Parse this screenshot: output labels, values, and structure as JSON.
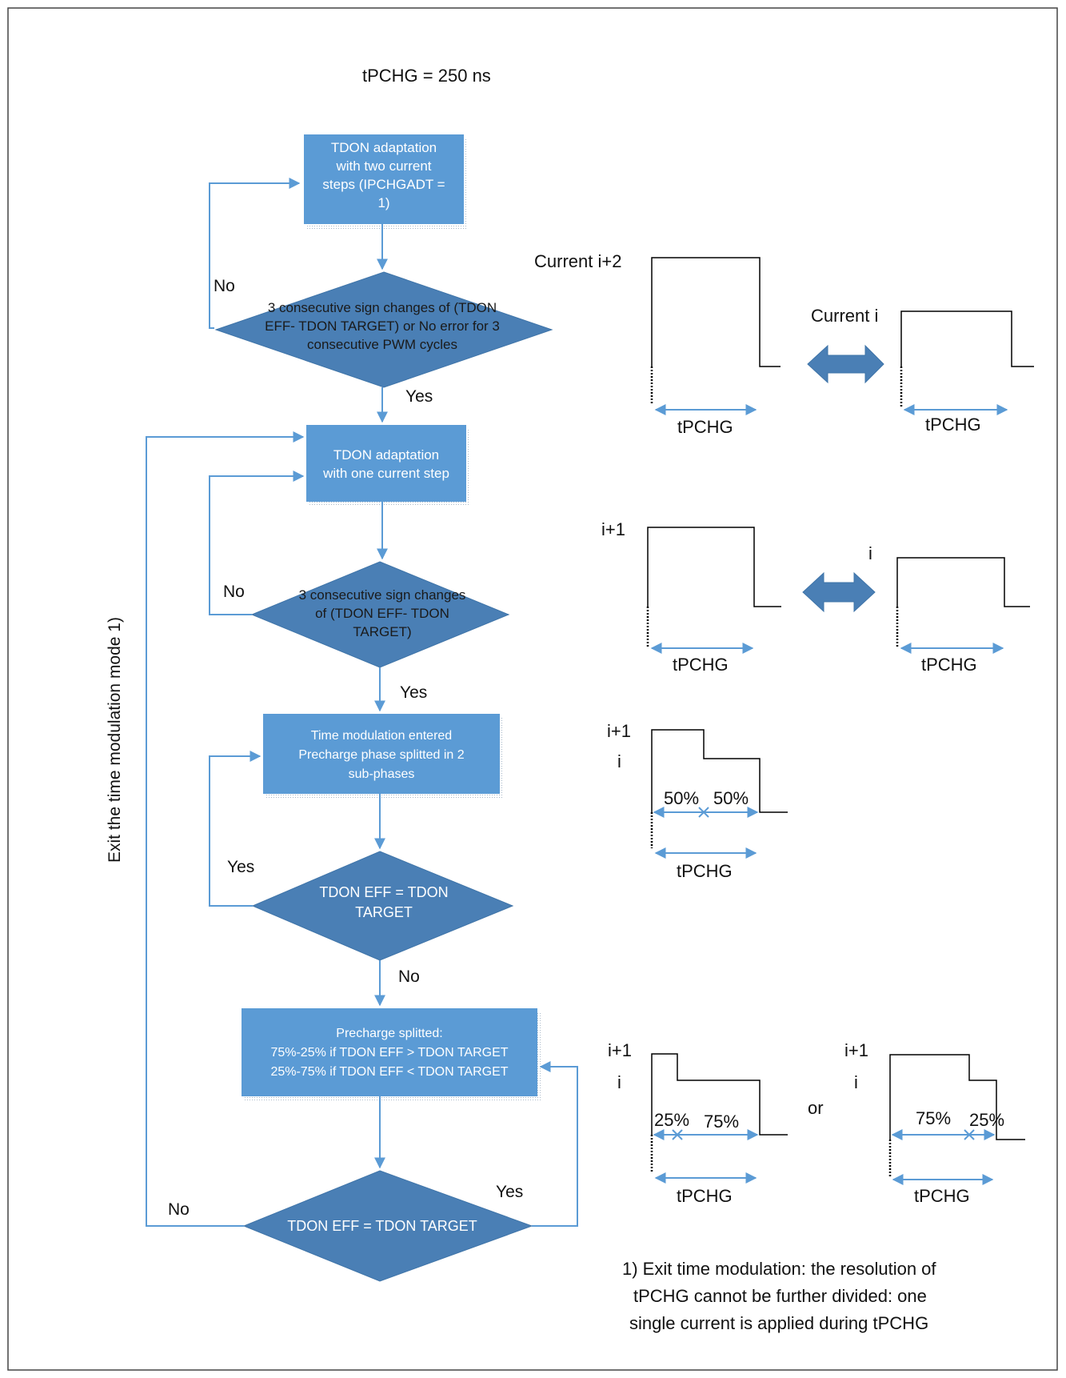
{
  "title": "tPCHG = 250 ns",
  "flow": {
    "box1": [
      "TDON adaptation",
      "with two current",
      "steps (IPCHGADT =",
      "1)"
    ],
    "decision1": [
      "3 consecutive sign changes of (TDON",
      "EFF- TDON TARGET) or No error for 3",
      "consecutive PWM cycles"
    ],
    "box2": [
      "TDON adaptation",
      "with one current step"
    ],
    "decision2": [
      "3 consecutive sign changes",
      "of (TDON EFF- TDON",
      "TARGET)"
    ],
    "box3": [
      "Time modulation entered",
      "Precharge phase splitted in 2",
      "sub-phases"
    ],
    "decision3": [
      "TDON EFF =  TDON",
      "TARGET"
    ],
    "box4": [
      "Precharge splitted:",
      "75%-25% if TDON EFF > TDON TARGET",
      "25%-75% if TDON EFF < TDON TARGET"
    ],
    "decision4": [
      "TDON EFF =  TDON TARGET"
    ],
    "labels": {
      "no1": "No",
      "yes1": "Yes",
      "no2": "No",
      "yes2": "Yes",
      "yes3": "Yes",
      "no3": "No",
      "no4": "No",
      "yes4": "Yes",
      "exit_loop": "Exit the time modulation mode 1)"
    }
  },
  "waveforms": {
    "row1": {
      "left_label": "Current i+2",
      "right_label": "Current i",
      "span_left": "tPCHG",
      "span_right": "tPCHG"
    },
    "row2": {
      "left_label": "i+1",
      "right_label": "i",
      "span_left": "tPCHG",
      "span_right": "tPCHG"
    },
    "row3": {
      "upper_label": "i+1",
      "lower_label": "i",
      "pct_a": "50%",
      "pct_b": "50%",
      "span": "tPCHG"
    },
    "row4": {
      "left": {
        "upper_label": "i+1",
        "lower_label": "i",
        "pct_a": "25%",
        "pct_b": "75%",
        "span": "tPCHG"
      },
      "connector": "or",
      "right": {
        "upper_label": "i+1",
        "lower_label": "i",
        "pct_a": "75%",
        "pct_b": "25%",
        "span": "tPCHG"
      }
    }
  },
  "footnote": [
    "1) Exit time modulation: the resolution of",
    "tPCHG cannot be further divided: one",
    "single current is applied during tPCHG"
  ],
  "colors": {
    "box": "#5b9bd5",
    "decision": "#4a7fb5",
    "line": "#5b9bd5",
    "wave": "#000000"
  }
}
